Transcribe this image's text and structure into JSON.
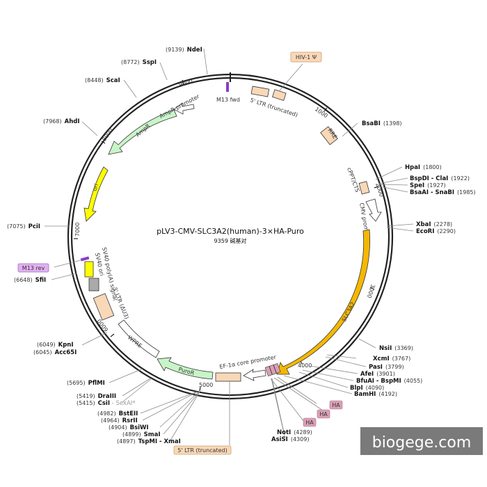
{
  "title": "pLV3-CMV-SLC3A2(human)-3×HA-Puro",
  "subtitle": "9359 碱基对",
  "watermark": "biogege.com",
  "ticks": [
    "1000",
    "2000",
    "3000",
    "4000",
    "5000",
    "6000",
    "7000",
    "8000",
    "9000"
  ],
  "features": {
    "m13fwd": "M13 fwd",
    "ltr5": "5' LTR (truncated)",
    "rre": "RRE",
    "cppt": "cPPT/CTS",
    "cmv": "CMV promoter",
    "slc3a2": "SLC3A2",
    "ef1a": "EF-1α core promoter",
    "puror": "PuroR",
    "wpre": "WPRE",
    "ltr3": "3' LTR (ΔU3)",
    "sv40pa": "SV40 poly(A) signal",
    "sv40ori": "SV40 ori",
    "ori": "ori",
    "ampr": "AmpR",
    "amprprom": "AmpR promoter"
  },
  "boxes": {
    "hiv": "HIV-1 Ψ",
    "m13rev": "M13 rev",
    "ha1": "HA",
    "ha2": "HA",
    "ha3": "HA",
    "ltr5b": "5' LTR (truncated)"
  },
  "sites": {
    "ndei": {
      "name": "NdeI",
      "pos": "(9139)"
    },
    "sspi": {
      "name": "SspI",
      "pos": "(8772)"
    },
    "scai": {
      "name": "ScaI",
      "pos": "(8448)"
    },
    "ahdi": {
      "name": "AhdI",
      "pos": "(7968)"
    },
    "pcii": {
      "name": "PciI",
      "pos": "(7075)"
    },
    "sfii": {
      "name": "SfiI",
      "pos": "(6648)"
    },
    "kpni": {
      "name": "KpnI",
      "pos": "(6049)"
    },
    "acc65i": {
      "name": "Acc65I",
      "pos": "(6045)"
    },
    "pflmi": {
      "name": "PflMI",
      "pos": "(5695)"
    },
    "draiii": {
      "name": "DraIII",
      "pos": "(5419)"
    },
    "csii": {
      "name": "CsiI",
      "pos": "(5415)",
      "extra": " - SexAI*"
    },
    "bsteii": {
      "name": "BstEII",
      "pos": "(4982)"
    },
    "rsrii": {
      "name": "RsrII",
      "pos": "(4964)"
    },
    "bsiwi": {
      "name": "BsiWI",
      "pos": "(4904)"
    },
    "smai": {
      "name": "SmaI",
      "pos": "(4899)"
    },
    "tspmi": {
      "name": "TspMI - XmaI",
      "pos": "(4897)"
    },
    "bsabi": {
      "name": "BsaBI",
      "pos": "(1398)"
    },
    "hpai": {
      "name": "HpaI",
      "pos": "(1800)"
    },
    "bspdi": {
      "name": "BspDI - ClaI",
      "pos": "(1922)"
    },
    "spei": {
      "name": "SpeI",
      "pos": "(1927)"
    },
    "bsaai": {
      "name": "BsaAI - SnaBI",
      "pos": "(1985)"
    },
    "xbai": {
      "name": "XbaI",
      "pos": "(2278)"
    },
    "ecori": {
      "name": "EcoRI",
      "pos": "(2290)"
    },
    "nsii": {
      "name": "NsiI",
      "pos": "(3369)"
    },
    "xcmi": {
      "name": "XcmI",
      "pos": "(3767)"
    },
    "pasi": {
      "name": "PasI",
      "pos": "(3799)"
    },
    "afei": {
      "name": "AfeI",
      "pos": "(3901)"
    },
    "bfuai": {
      "name": "BfuAI - BspMI",
      "pos": "(4055)"
    },
    "blpi": {
      "name": "BlpI",
      "pos": "(4090)"
    },
    "bamhi": {
      "name": "BamHI",
      "pos": "(4192)"
    },
    "noti": {
      "name": "NotI",
      "pos": "(4289)"
    },
    "asisi": {
      "name": "AsiSI",
      "pos": "(4309)"
    }
  },
  "colors": {
    "backbone": "#222222",
    "ltr": "#f9d8b8",
    "rre": "#f9d8b8",
    "slc3a2": "#f5b800",
    "ori": "#ffff00",
    "ampr": "#c8f5c8",
    "puror": "#c8f5c8",
    "ha": "#d9a0b6",
    "m13": "#8a3cc8",
    "m13box": "#e0b0f0"
  }
}
